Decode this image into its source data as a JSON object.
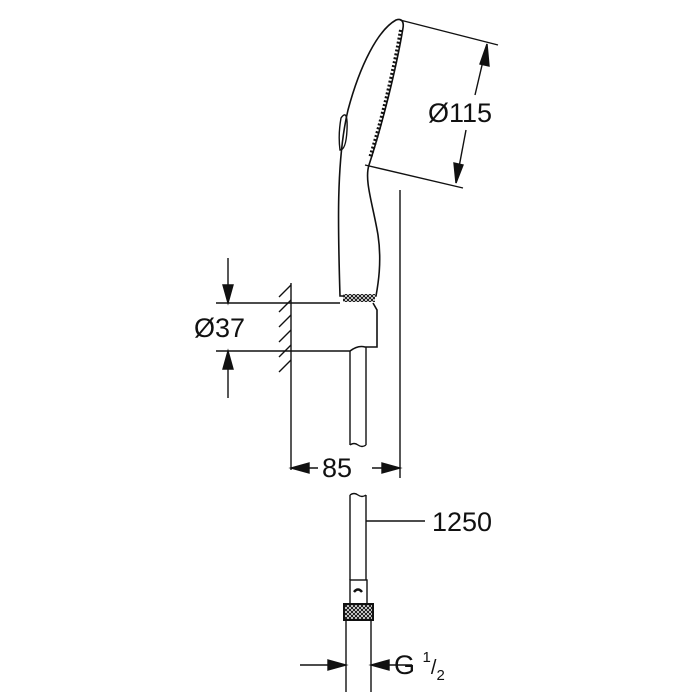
{
  "drawing": {
    "dimensions": {
      "spray_face_diameter": "Ø115",
      "holder_diameter": "Ø37",
      "projection": "85",
      "hose_length": "1250",
      "thread_letter": "G",
      "thread_num": "1",
      "thread_den": "2"
    },
    "line_color": "#111111"
  }
}
